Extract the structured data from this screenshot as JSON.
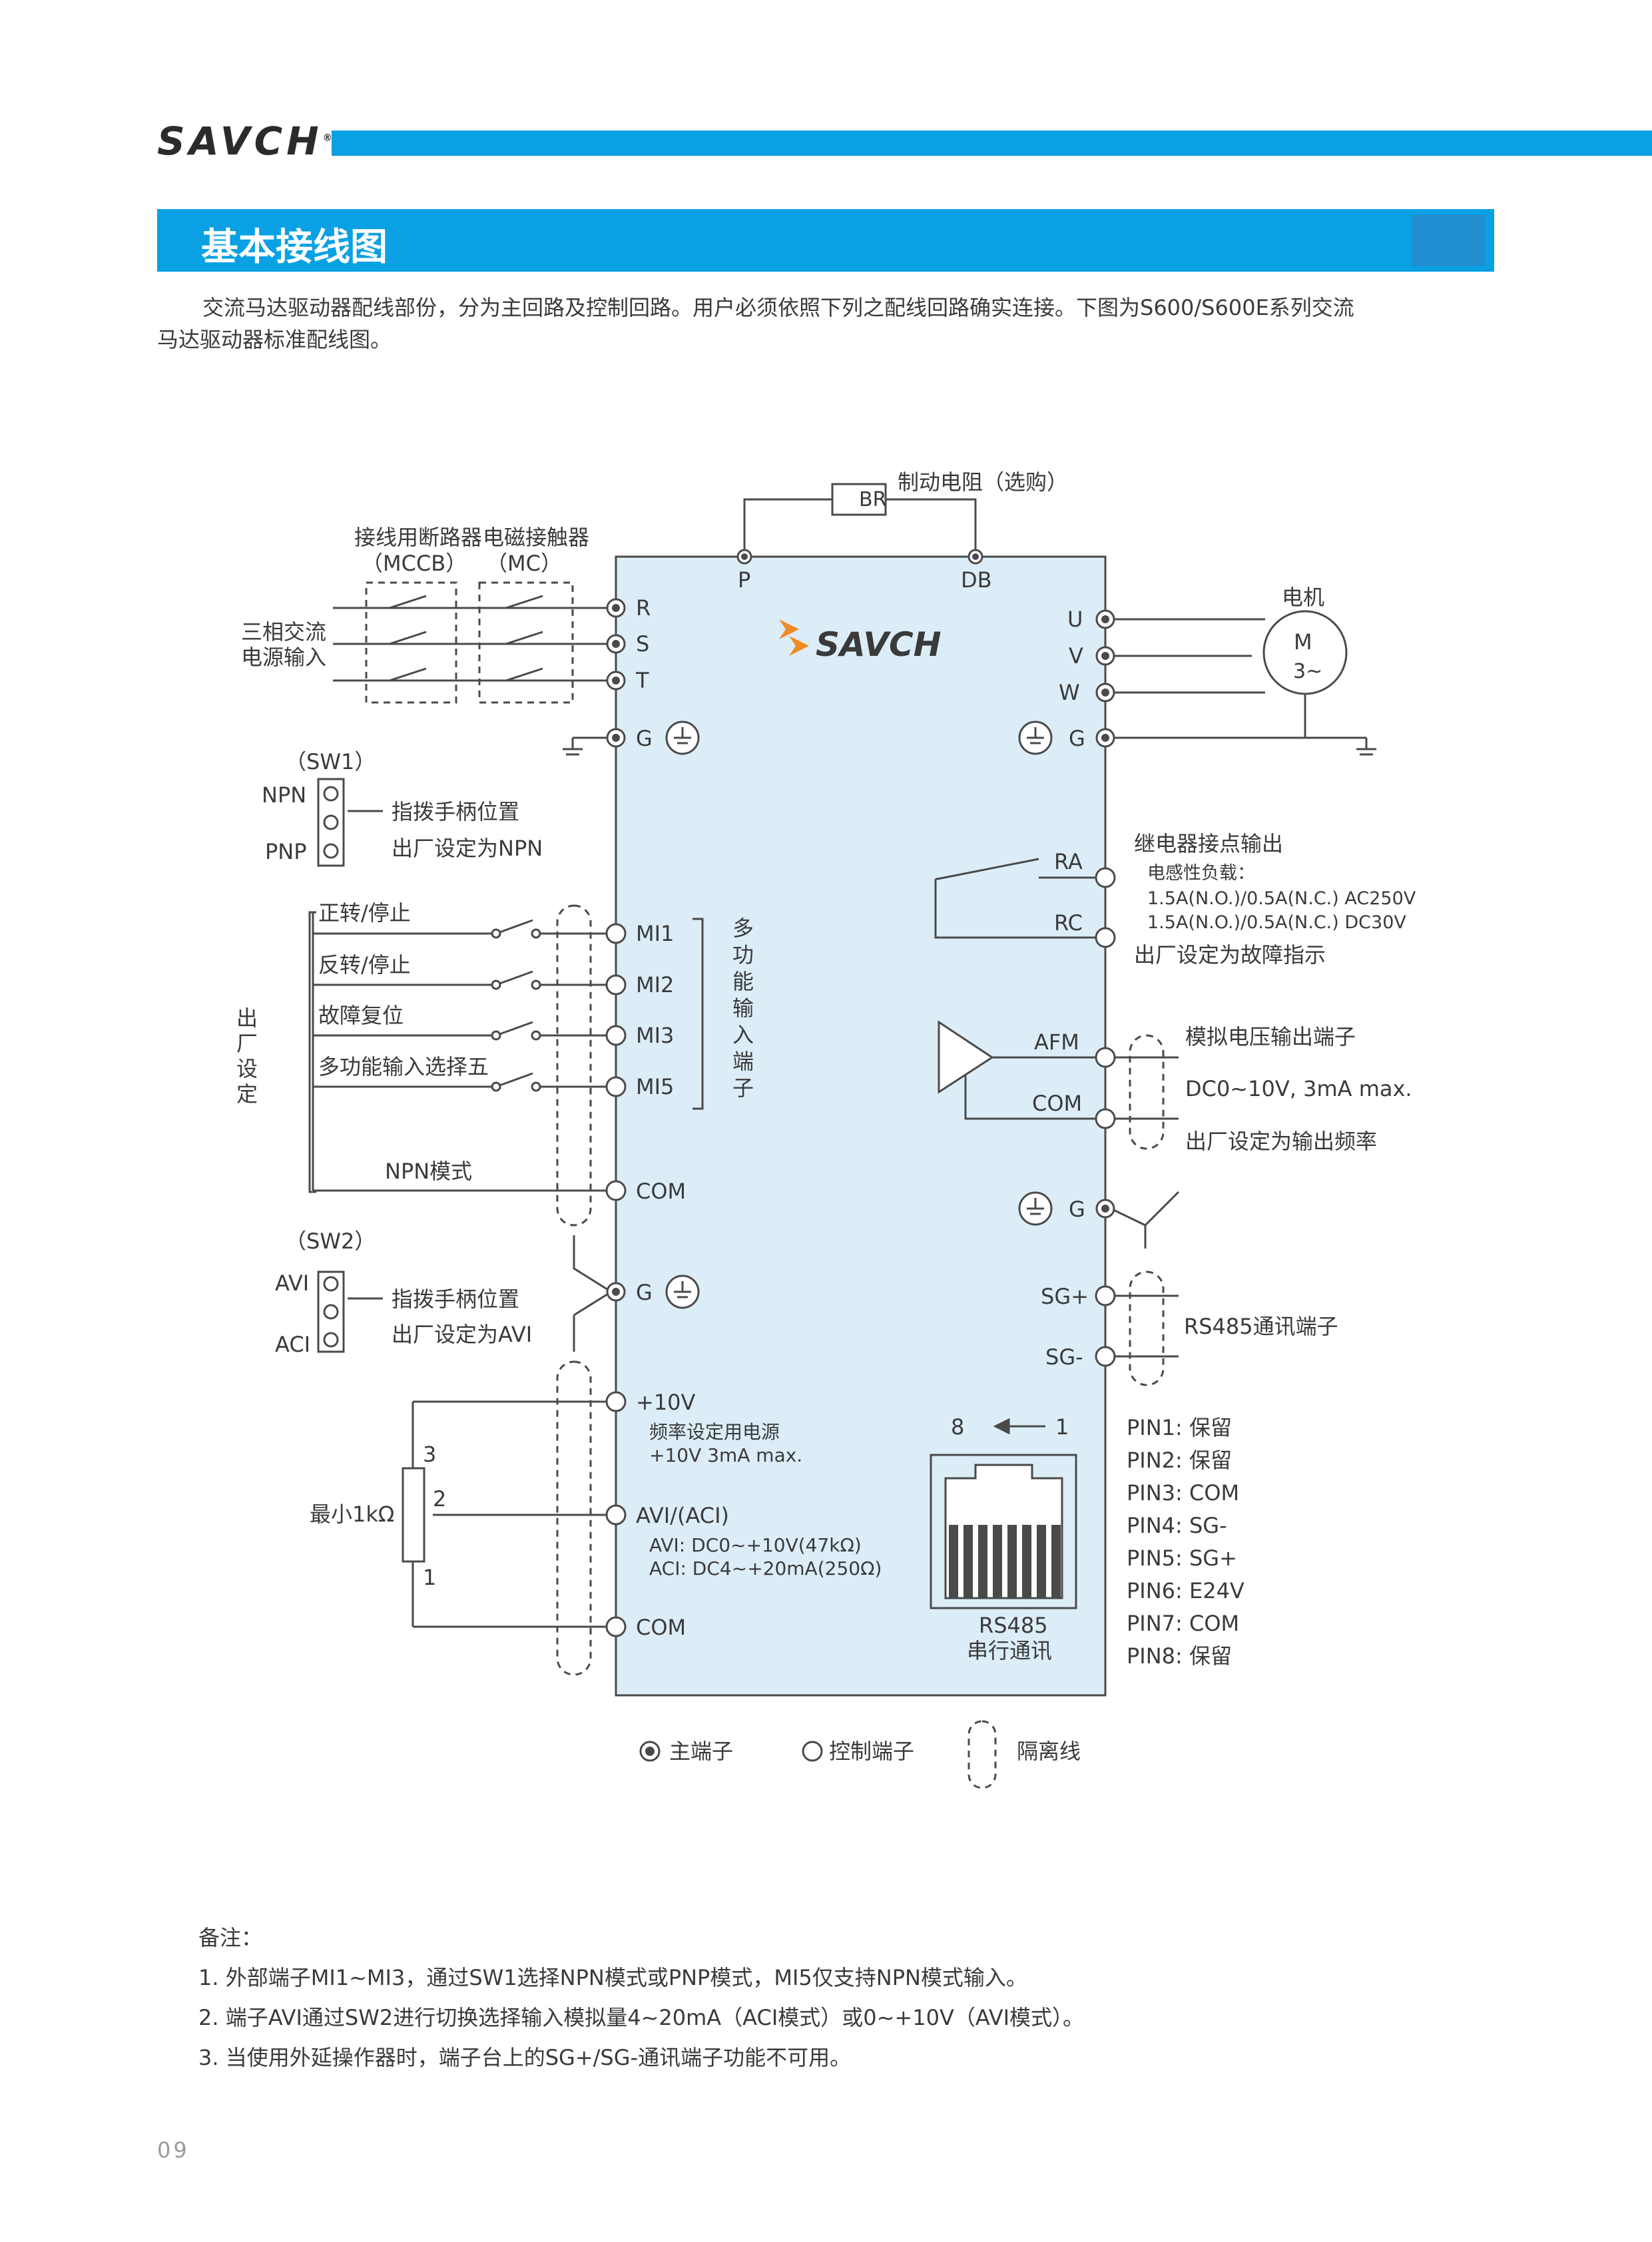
{
  "header": {
    "brand": "SAVCH",
    "brand_mark": "®"
  },
  "section": {
    "title": "基本接线图"
  },
  "intro": {
    "line1": "交流马达驱动器配线部份，分为主回路及控制回路。用户必须依照下列之配线回路确实连接。下图为S600/S600E系列交流",
    "line2": "马达驱动器标准配线图。"
  },
  "diagram": {
    "brake_resistor": "BR",
    "brake_label": "制动电阻（选购）",
    "brake_P": "P",
    "brake_DB": "DB",
    "mccb_label1": "接线用断路器",
    "mccb_label2": "（MCCB）",
    "mc_label1": "电磁接触器",
    "mc_label2": "（MC）",
    "power_input1": "三相交流",
    "power_input2": "电源输入",
    "R": "R",
    "S": "S",
    "T": "T",
    "G": "G",
    "drive_logo": "SAVCH",
    "motor_label": "电机",
    "motor_M": "M",
    "motor_phase": "3~",
    "U": "U",
    "V": "V",
    "W": "W",
    "sw1": "（SW1）",
    "sw1_npn": "NPN",
    "sw1_pnp": "PNP",
    "sw1_desc1": "指拨手柄位置",
    "sw1_desc2": "出厂设定为NPN",
    "fwd": "正转/停止",
    "rev": "反转/停止",
    "reset": "故障复位",
    "multi5": "多功能输入选择五",
    "npn_mode": "NPN模式",
    "factory_set": [
      "出",
      "厂",
      "设",
      "定"
    ],
    "MI1": "MI1",
    "MI2": "MI2",
    "MI3": "MI3",
    "MI5": "MI5",
    "COM": "COM",
    "multi_func": [
      "多",
      "功",
      "能",
      "输",
      "入",
      "端",
      "子"
    ],
    "sw2": "（SW2）",
    "sw2_avi": "AVI",
    "sw2_aci": "ACI",
    "sw2_desc1": "指拨手柄位置",
    "sw2_desc2": "出厂设定为AVI",
    "p10v": "+10V",
    "p10v_desc1": "频率设定用电源",
    "p10v_desc2": "+10V 3mA max.",
    "avi_aci": "AVI/(ACI)",
    "avi_desc": "AVI: DC0~+10V(47kΩ)",
    "aci_desc": "ACI: DC4~+20mA(250Ω)",
    "pot_min": "最小1kΩ",
    "pot_3": "3",
    "pot_2": "2",
    "pot_1": "1",
    "relay_label": "继电器接点输出",
    "relay_load": "电感性负载：",
    "relay_ac": "1.5A(N.O.)/0.5A(N.C.) AC250V",
    "relay_dc": "1.5A(N.O.)/0.5A(N.C.) DC30V",
    "relay_factory": "出厂设定为故障指示",
    "RA": "RA",
    "RC": "RC",
    "AFM": "AFM",
    "afm_label": "模拟电压输出端子",
    "afm_spec": "DC0~10V, 3mA max.",
    "afm_factory": "出厂设定为输出频率",
    "SGp": "SG+",
    "SGm": "SG-",
    "rs485_terminal": "RS485通讯端子",
    "rj45_8": "8",
    "rj45_1": "1",
    "rs485_1": "RS485",
    "rs485_2": "串行通讯",
    "pins": [
      "PIN1: 保留",
      "PIN2: 保留",
      "PIN3: COM",
      "PIN4: SG-",
      "PIN5: SG+",
      "PIN6: E24V",
      "PIN7: COM",
      "PIN8: 保留"
    ],
    "legend_main": "主端子",
    "legend_ctrl": "控制端子",
    "legend_iso": "隔离线",
    "colors": {
      "drive_box": "#dcedf8",
      "line": "#4a4a4a",
      "accent": "#0aa0e4",
      "logo_orange": "#f08a24"
    }
  },
  "notes": {
    "title": "备注：",
    "items": [
      "1. 外部端子MI1~MI3，通过SW1选择NPN模式或PNP模式，MI5仅支持NPN模式输入。",
      "2. 端子AVI通过SW2进行切换选择输入模拟量4~20mA（ACI模式）或0~+10V（AVI模式）。",
      "3. 当使用外延操作器时，端子台上的SG+/SG-通讯端子功能不可用。"
    ]
  },
  "page_number": "09"
}
